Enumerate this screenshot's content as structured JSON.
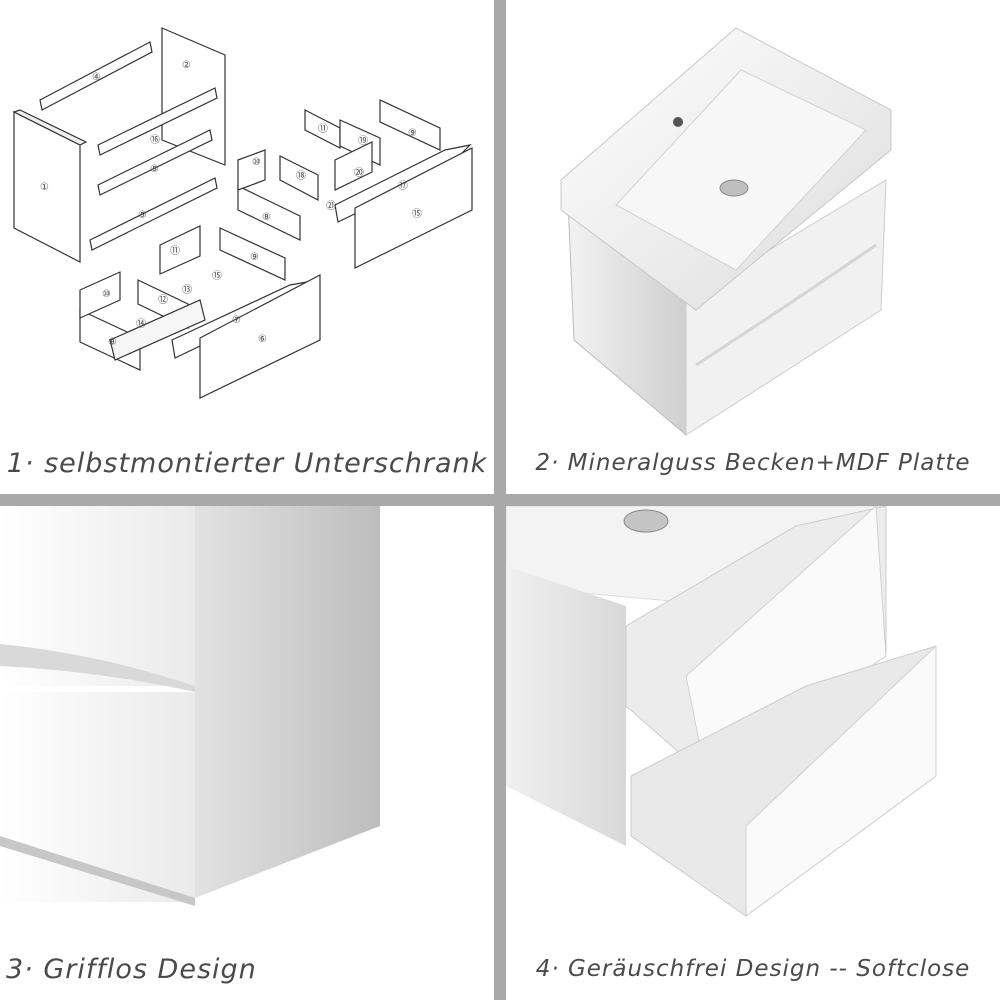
{
  "panels": [
    {
      "caption": "1· selbstmontierter Unterschrank"
    },
    {
      "caption": "2· Mineralguss Becken+MDF Platte"
    },
    {
      "caption": "3· Grifflos Design"
    },
    {
      "caption": "4· Geräuschfrei Design -- Softclose"
    }
  ],
  "part_numbers": [
    "①",
    "②",
    "④",
    "⑤",
    "⑤",
    "⑥",
    "⑦",
    "⑧",
    "⑧",
    "⑨",
    "⑨",
    "⑩",
    "⑩",
    "⑪",
    "⑪",
    "⑫",
    "⑬",
    "⑭",
    "⑮",
    "⑮",
    "⑯",
    "⑰",
    "⑱",
    "⑲",
    "⑳",
    "㉑"
  ],
  "colors": {
    "divider": "#a9a9a9",
    "caption": "#4a4a4a",
    "cabinet_white": "#f4f4f4",
    "shade": "#d6d6d6"
  }
}
